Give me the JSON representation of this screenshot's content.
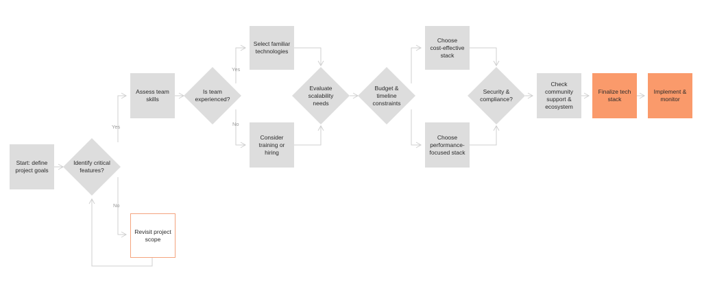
{
  "colors": {
    "node_fill": "#dddddd",
    "accent_fill": "#fa9a6b",
    "accent_stroke": "#f4a37d",
    "connector": "#cfcfcf",
    "text": "#2a2a2a",
    "label": "#9a9a9a"
  },
  "nodes": {
    "start": "Start: define\nproject goals",
    "identify": "Identify critical\nfeatures?",
    "revisit": "Revisit project\nscope",
    "assess": "Assess team\nskills",
    "experienced": "Is team\nexperienced?",
    "familiar": "Select familiar\ntechnologies",
    "training": "Consider\ntraining or\nhiring",
    "scalability": "Evaluate\nscalability\nneeds",
    "budget": "Budget &\ntimeline\nconstraints",
    "cost": "Choose\ncost-effective\nstack",
    "performance": "Choose\nperformance-\nfocused stack",
    "security": "Security &\ncompliance?",
    "community": "Check\ncommunity\nsupport &\necosystem",
    "finalize": "Finalize tech\nstack",
    "implement": "Implement &\nmonitor"
  },
  "edge_labels": {
    "identify_yes": "Yes",
    "identify_no": "No",
    "experienced_yes": "Yes",
    "experienced_no": "No"
  }
}
